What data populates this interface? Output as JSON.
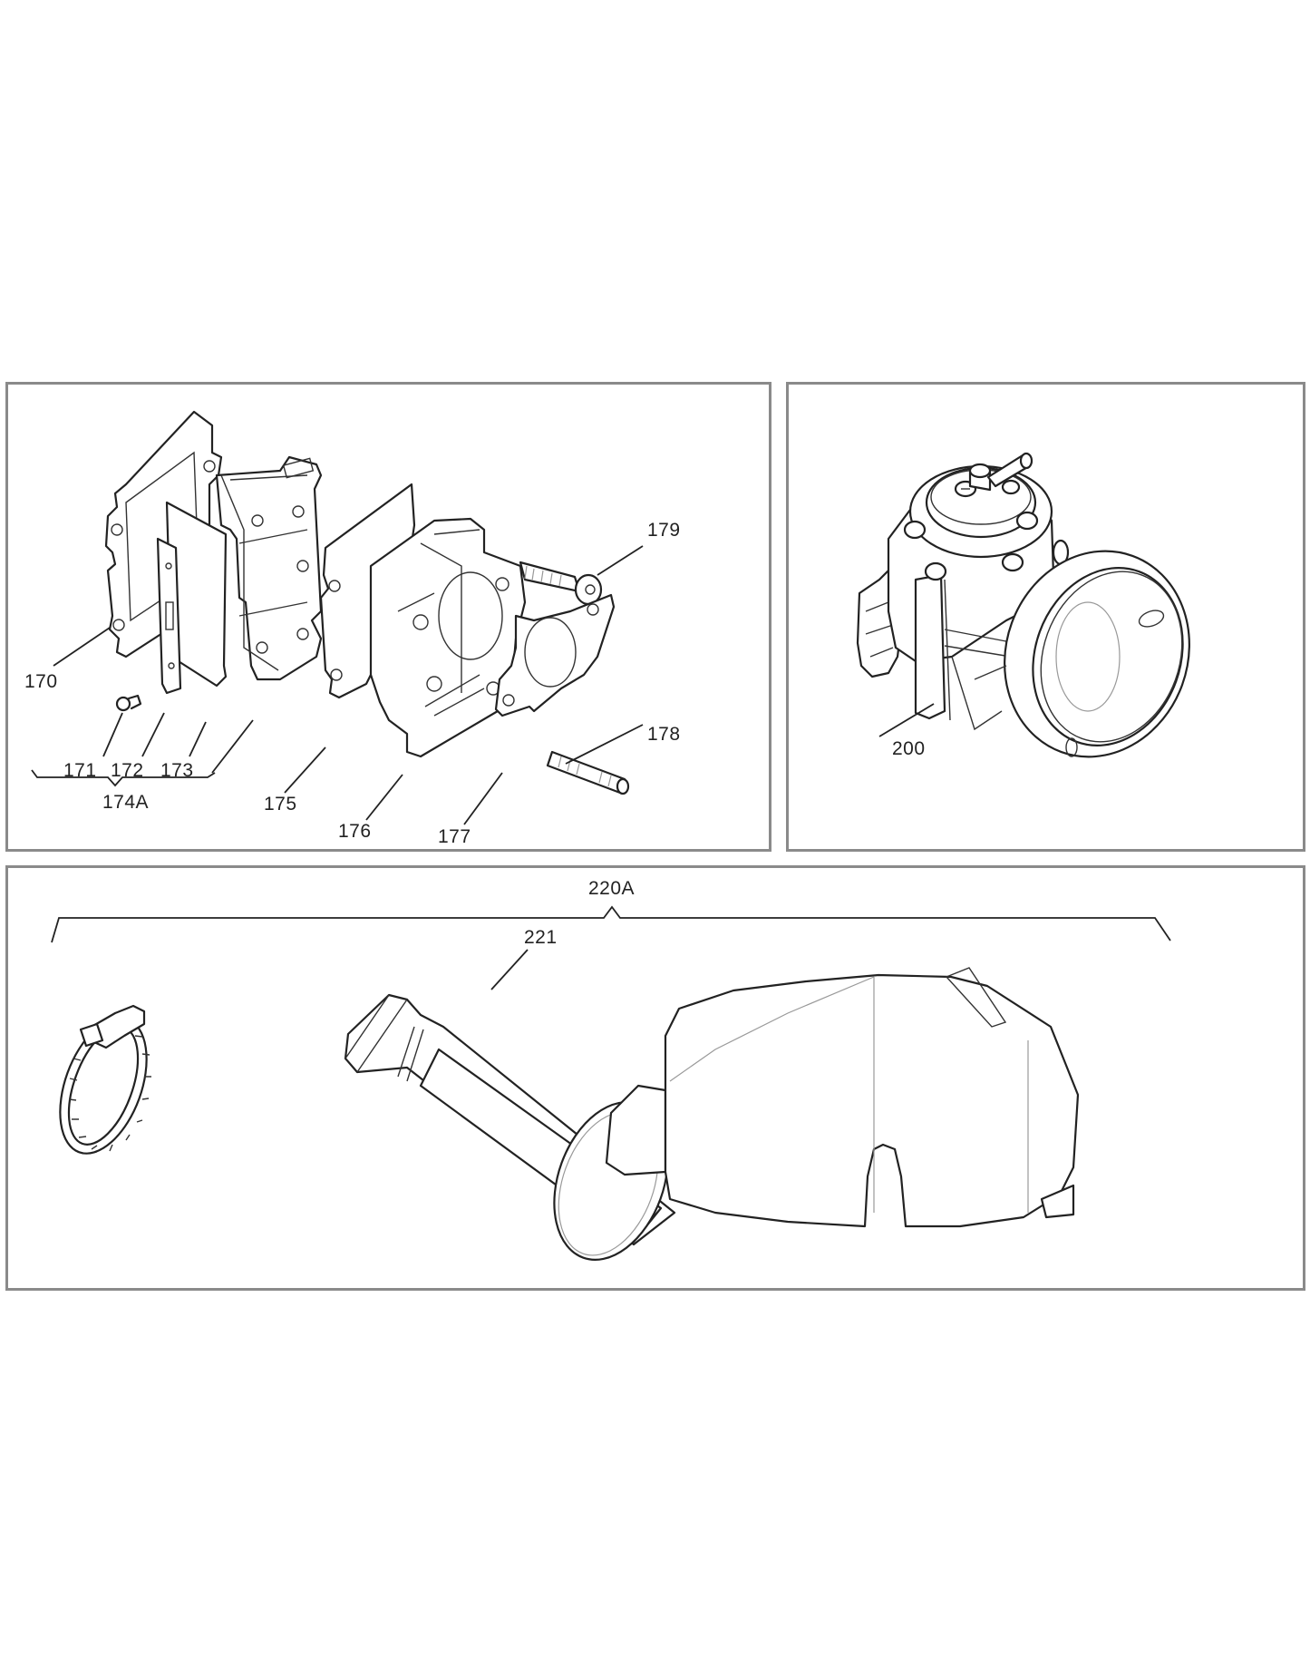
{
  "diagram": {
    "type": "exploded-parts-diagram",
    "panels": [
      {
        "id": "reed-valve-assembly",
        "callouts": [
          {
            "id": "170",
            "label": "170"
          },
          {
            "id": "171",
            "label": "171"
          },
          {
            "id": "172",
            "label": "172"
          },
          {
            "id": "173",
            "label": "173"
          },
          {
            "id": "174A",
            "label": "174A",
            "group": [
              "171",
              "172",
              "173"
            ]
          },
          {
            "id": "175",
            "label": "175"
          },
          {
            "id": "176",
            "label": "176"
          },
          {
            "id": "177",
            "label": "177"
          },
          {
            "id": "178",
            "label": "178"
          },
          {
            "id": "179",
            "label": "179"
          }
        ]
      },
      {
        "id": "carburetor",
        "callouts": [
          {
            "id": "200",
            "label": "200"
          }
        ]
      },
      {
        "id": "air-intake-kit",
        "callouts": [
          {
            "id": "220A",
            "label": "220A",
            "group": [
              "hose-clamp",
              "221",
              "airbox"
            ]
          },
          {
            "id": "221",
            "label": "221"
          }
        ]
      }
    ]
  },
  "labels": {
    "l170": "170",
    "l171": "171",
    "l172": "172",
    "l173": "173",
    "l174A": "174A",
    "l175": "175",
    "l176": "176",
    "l177": "177",
    "l178": "178",
    "l179": "179",
    "l200": "200",
    "l220A": "220A",
    "l221": "221"
  },
  "colors": {
    "background": "#ffffff",
    "frame": "#8a8a8a",
    "line": "#222222"
  }
}
